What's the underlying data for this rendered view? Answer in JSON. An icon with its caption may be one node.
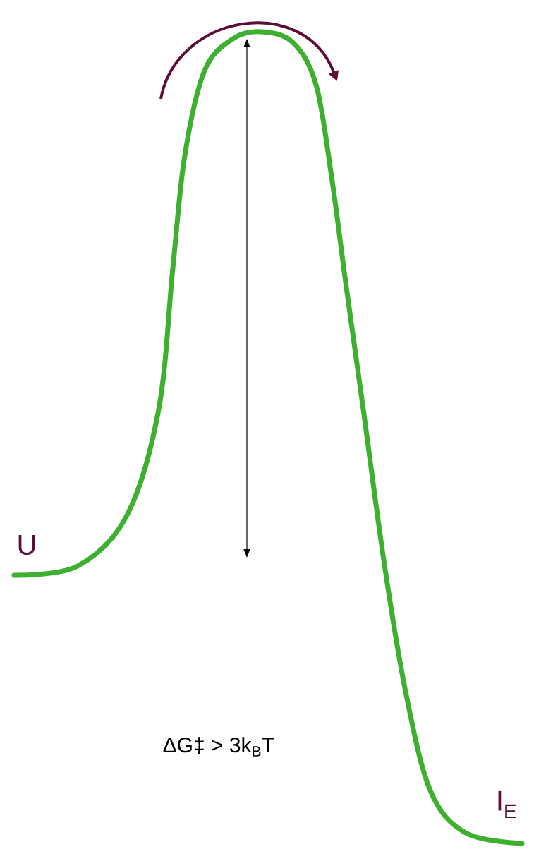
{
  "diagram": {
    "labels": [
      "U",
      "ΔG‡ > 3k$_{B}$T",
      "I$_{E}$"
    ]
  }
}
